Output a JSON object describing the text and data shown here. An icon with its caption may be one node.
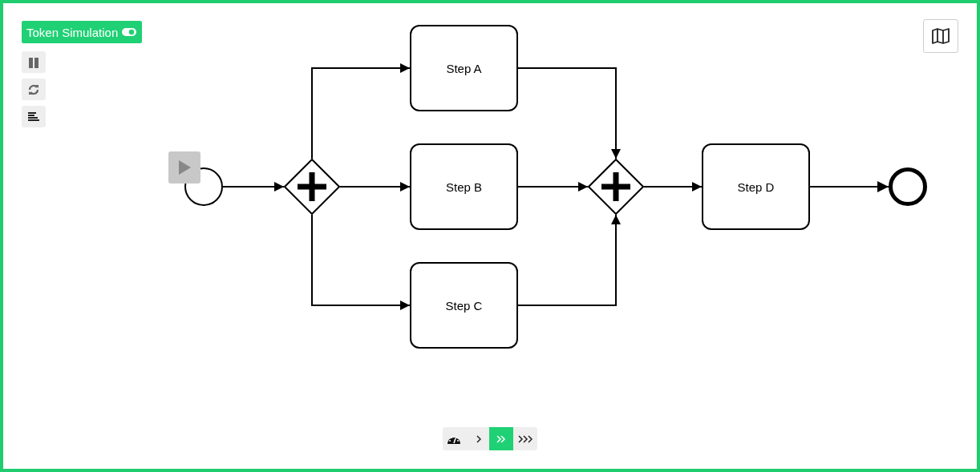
{
  "diagram": {
    "nodes": [
      {
        "text": [],
        "shape": "circle"
      },
      {
        "text": [],
        "shape": "diamond"
      },
      {
        "text": [
          "Step A"
        ]
      },
      {
        "text": [
          "Step B"
        ]
      },
      {
        "text": [
          "Step C"
        ]
      },
      {
        "text": [],
        "shape": "diamond"
      },
      {
        "text": [
          "Step D"
        ]
      },
      {
        "text": [],
        "shape": "circle"
      }
    ],
    "edges": [
      {
        "from": 0,
        "to": 1,
        "arrow": "to"
      },
      {
        "from": 1,
        "to": 2,
        "arrow": "to"
      },
      {
        "from": 1,
        "to": 3,
        "arrow": "to"
      },
      {
        "from": 1,
        "to": 4,
        "arrow": "to"
      },
      {
        "from": 2,
        "to": 5,
        "arrow": "to"
      },
      {
        "from": 3,
        "to": 5,
        "arrow": "to"
      },
      {
        "from": 4,
        "to": 5,
        "arrow": "to"
      },
      {
        "from": 5,
        "to": 6,
        "arrow": "to"
      },
      {
        "from": 6,
        "to": 7,
        "arrow": "to"
      }
    ],
    "labels": [
      "Token Simulation"
    ]
  }
}
